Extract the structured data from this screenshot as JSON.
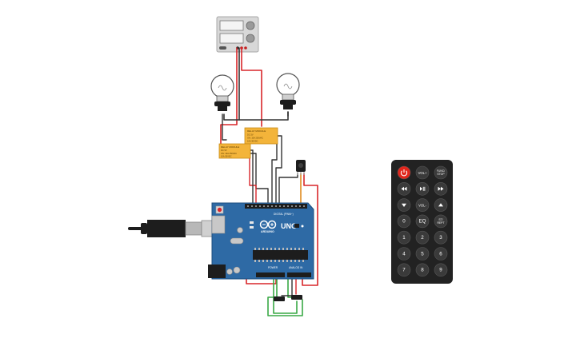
{
  "arduino": {
    "brand_label": "ARDUINO",
    "model_label": "UNO",
    "digital_label": "DIGITAL (PWM~)",
    "power_label": "POWER",
    "analog_label": "ANALOG IN"
  },
  "relays": [
    {
      "title": "RELAY MODULE",
      "lines": [
        "DC 5V",
        "ON: 10A 250VAC",
        "10A 30VDC"
      ]
    },
    {
      "title": "RELAY MODULE",
      "lines": [
        "DC 5V",
        "ON: 10A 250VAC",
        "10A 30VDC"
      ]
    }
  ],
  "remote": {
    "buttons": [
      {
        "label": "",
        "name": "power-button",
        "icon": "power-icon",
        "accent": true
      },
      {
        "label": "VOL+",
        "name": "vol-up-button"
      },
      {
        "label": "FUNC/ STOP",
        "name": "func-stop-button"
      },
      {
        "label": "",
        "name": "rewind-button",
        "icon": "rewind-icon"
      },
      {
        "label": "",
        "name": "play-pause-button",
        "icon": "play-pause-icon"
      },
      {
        "label": "",
        "name": "fast-forward-button",
        "icon": "fast-forward-icon"
      },
      {
        "label": "",
        "name": "down-button",
        "icon": "triangle-down-icon"
      },
      {
        "label": "VOL-",
        "name": "vol-down-button"
      },
      {
        "label": "",
        "name": "up-button",
        "icon": "triangle-up-icon"
      },
      {
        "label": "0",
        "name": "digit-0-button"
      },
      {
        "label": "EQ",
        "name": "eq-button"
      },
      {
        "label": "ST/ REPT",
        "name": "st-rept-button"
      },
      {
        "label": "1",
        "name": "digit-1-button"
      },
      {
        "label": "2",
        "name": "digit-2-button"
      },
      {
        "label": "3",
        "name": "digit-3-button"
      },
      {
        "label": "4",
        "name": "digit-4-button"
      },
      {
        "label": "5",
        "name": "digit-5-button"
      },
      {
        "label": "6",
        "name": "digit-6-button"
      },
      {
        "label": "7",
        "name": "digit-7-button"
      },
      {
        "label": "8",
        "name": "digit-8-button"
      },
      {
        "label": "9",
        "name": "digit-9-button"
      }
    ]
  },
  "colors": {
    "board": "#2e6aa5",
    "relay": "#f3b43a",
    "wire_red": "#d9262a",
    "wire_black": "#333333",
    "wire_green": "#39a845",
    "wire_orange": "#e08a1f",
    "remote_body": "#222222",
    "remote_button": "#3a3a3a",
    "power_accent": "#e1261c"
  }
}
